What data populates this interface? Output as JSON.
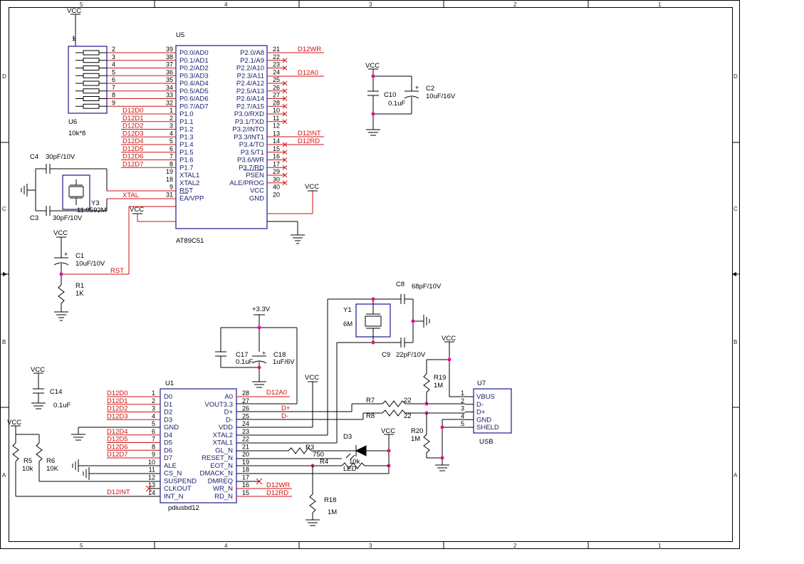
{
  "grid": {
    "columns": [
      "5",
      "4",
      "3",
      "2",
      "1"
    ],
    "rows": [
      "D",
      "C",
      "B",
      "A"
    ]
  },
  "u5": {
    "ref": "U5",
    "value": "AT89C51",
    "left_pins": [
      {
        "num": "39",
        "name": "P0.0/AD0"
      },
      {
        "num": "38",
        "name": "P0.1/AD1"
      },
      {
        "num": "37",
        "name": "P0.2/AD2"
      },
      {
        "num": "36",
        "name": "P0.3/AD3"
      },
      {
        "num": "35",
        "name": "P0.4/AD4"
      },
      {
        "num": "34",
        "name": "P0.5/AD5"
      },
      {
        "num": "33",
        "name": "P0.6/AD6"
      },
      {
        "num": "32",
        "name": "P0.7/AD7"
      },
      {
        "num": "1",
        "name": "P1.0"
      },
      {
        "num": "2",
        "name": "P1.1"
      },
      {
        "num": "3",
        "name": "P1.2"
      },
      {
        "num": "4",
        "name": "P1.3"
      },
      {
        "num": "5",
        "name": "P1.4"
      },
      {
        "num": "6",
        "name": "P1.5"
      },
      {
        "num": "7",
        "name": "P1.6"
      },
      {
        "num": "8",
        "name": "P1.7"
      },
      {
        "num": "19",
        "name": "XTAL1"
      },
      {
        "num": "18",
        "name": "XTAL2"
      },
      {
        "num": "9",
        "name": "RST"
      },
      {
        "num": "31",
        "name": "EA/VPP"
      }
    ],
    "right_pins": [
      {
        "num": "21",
        "name": "P2.0/A8"
      },
      {
        "num": "22",
        "name": "P2.1/A9"
      },
      {
        "num": "23",
        "name": "P2.2/A10"
      },
      {
        "num": "24",
        "name": "P2.3/A11"
      },
      {
        "num": "25",
        "name": "P2.4/A12"
      },
      {
        "num": "26",
        "name": "P2.5/A13"
      },
      {
        "num": "27",
        "name": "P2.6/A14"
      },
      {
        "num": "28",
        "name": "P2.7/A15"
      },
      {
        "num": "10",
        "name": "P3.0/RXD"
      },
      {
        "num": "11",
        "name": "P3.1/TXD"
      },
      {
        "num": "12",
        "name": "P3.2/INTO"
      },
      {
        "num": "13",
        "name": "P3.3/INT1"
      },
      {
        "num": "14",
        "name": "P3.4/TO"
      },
      {
        "num": "15",
        "name": "P3.5/T1"
      },
      {
        "num": "16",
        "name": "P3.6/WR"
      },
      {
        "num": "17",
        "name": "P3.7/RD"
      },
      {
        "num": "29",
        "name": "PSEN"
      },
      {
        "num": "30",
        "name": "ALE/PROG"
      },
      {
        "num": "40",
        "name": "VCC"
      },
      {
        "num": "20",
        "name": "GND"
      }
    ],
    "p1_nets": [
      "D12D0",
      "D12D1",
      "D12D2",
      "D12D3",
      "D12D4",
      "D12D5",
      "D12D6",
      "D12D7"
    ]
  },
  "u1": {
    "ref": "U1",
    "value": "pdiusbd12",
    "left_pins": [
      {
        "num": "1",
        "name": "D0"
      },
      {
        "num": "2",
        "name": "D1"
      },
      {
        "num": "3",
        "name": "D2"
      },
      {
        "num": "4",
        "name": "D3"
      },
      {
        "num": "5",
        "name": "GND"
      },
      {
        "num": "6",
        "name": "D4"
      },
      {
        "num": "7",
        "name": "D5"
      },
      {
        "num": "8",
        "name": "D6"
      },
      {
        "num": "9",
        "name": "D7"
      },
      {
        "num": "10",
        "name": "ALE"
      },
      {
        "num": "11",
        "name": "CS_N"
      },
      {
        "num": "12",
        "name": "SUSPEND"
      },
      {
        "num": "13",
        "name": "CLKOUT"
      },
      {
        "num": "14",
        "name": "INT_N"
      }
    ],
    "right_pins": [
      {
        "num": "28",
        "name": "A0"
      },
      {
        "num": "27",
        "name": "VOUT3.3"
      },
      {
        "num": "26",
        "name": "D+"
      },
      {
        "num": "25",
        "name": "D-"
      },
      {
        "num": "24",
        "name": "VDD"
      },
      {
        "num": "23",
        "name": "XTAL2"
      },
      {
        "num": "22",
        "name": "XTAL1"
      },
      {
        "num": "21",
        "name": "GL_N"
      },
      {
        "num": "20",
        "name": "RESET_N"
      },
      {
        "num": "19",
        "name": "EOT_N"
      },
      {
        "num": "18",
        "name": "DMACK_N"
      },
      {
        "num": "17",
        "name": "DMREQ"
      },
      {
        "num": "16",
        "name": "WR_N"
      },
      {
        "num": "15",
        "name": "RD_N"
      }
    ],
    "data_nets": [
      "D12D0",
      "D12D1",
      "D12D2",
      "D12D3",
      "D12D4",
      "D12D5",
      "D12D6",
      "D12D7"
    ]
  },
  "u7": {
    "ref": "U7",
    "value": "USB",
    "pins": [
      {
        "num": "1",
        "name": "VBUS"
      },
      {
        "num": "2",
        "name": "D-"
      },
      {
        "num": "3",
        "name": "D+"
      },
      {
        "num": "4",
        "name": "GND"
      },
      {
        "num": "5",
        "name": "SHELD"
      }
    ]
  },
  "u6": {
    "ref": "U6",
    "value": "10k*8",
    "pins": [
      "2",
      "3",
      "4",
      "5",
      "6",
      "7",
      "8",
      "9"
    ]
  },
  "nets": {
    "d12wr": "D12WR",
    "d12a0": "D12A0",
    "d12int": "D12INT",
    "d12rd": "D12RD",
    "xtal": "XTAL",
    "rst": "RST",
    "dplus": "D+",
    "dminus": "D-",
    "vcc": "VCC",
    "v33": "+3.3V",
    "one": "1"
  },
  "components": {
    "c4": {
      "ref": "C4",
      "value": "30pF/10V"
    },
    "c3": {
      "ref": "C3",
      "value": "30pF/10V"
    },
    "y3": {
      "ref": "Y3",
      "value": "11.0592M"
    },
    "c1": {
      "ref": "C1",
      "value": "10uF/10V"
    },
    "r1": {
      "ref": "R1",
      "value": "1K"
    },
    "c10": {
      "ref": "C10",
      "value": "0.1uF"
    },
    "c2": {
      "ref": "C2",
      "value": "10uF/16V"
    },
    "c14": {
      "ref": "C14",
      "value": "0.1uF"
    },
    "c17": {
      "ref": "C17",
      "value": "0.1uF"
    },
    "c18": {
      "ref": "C18",
      "value": "1uF/6V"
    },
    "y1": {
      "ref": "Y1",
      "value": "6M"
    },
    "c8": {
      "ref": "C8",
      "value": "68pF/10V"
    },
    "c9": {
      "ref": "C9",
      "value": "22pF/10V"
    },
    "r7": {
      "ref": "R7",
      "value": "22"
    },
    "r8": {
      "ref": "R8",
      "value": "22"
    },
    "r19": {
      "ref": "R19",
      "value": "1M"
    },
    "r20": {
      "ref": "R20",
      "value": "1M"
    },
    "r3": {
      "ref": "R3",
      "value": "750"
    },
    "r4": {
      "ref": "R4",
      "value": "10k"
    },
    "d3": {
      "ref": "D3",
      "value": "LED"
    },
    "r18": {
      "ref": "R18",
      "value": "1M"
    },
    "r5": {
      "ref": "R5",
      "value": "10k"
    },
    "r6": {
      "ref": "R6",
      "value": "10K"
    }
  }
}
